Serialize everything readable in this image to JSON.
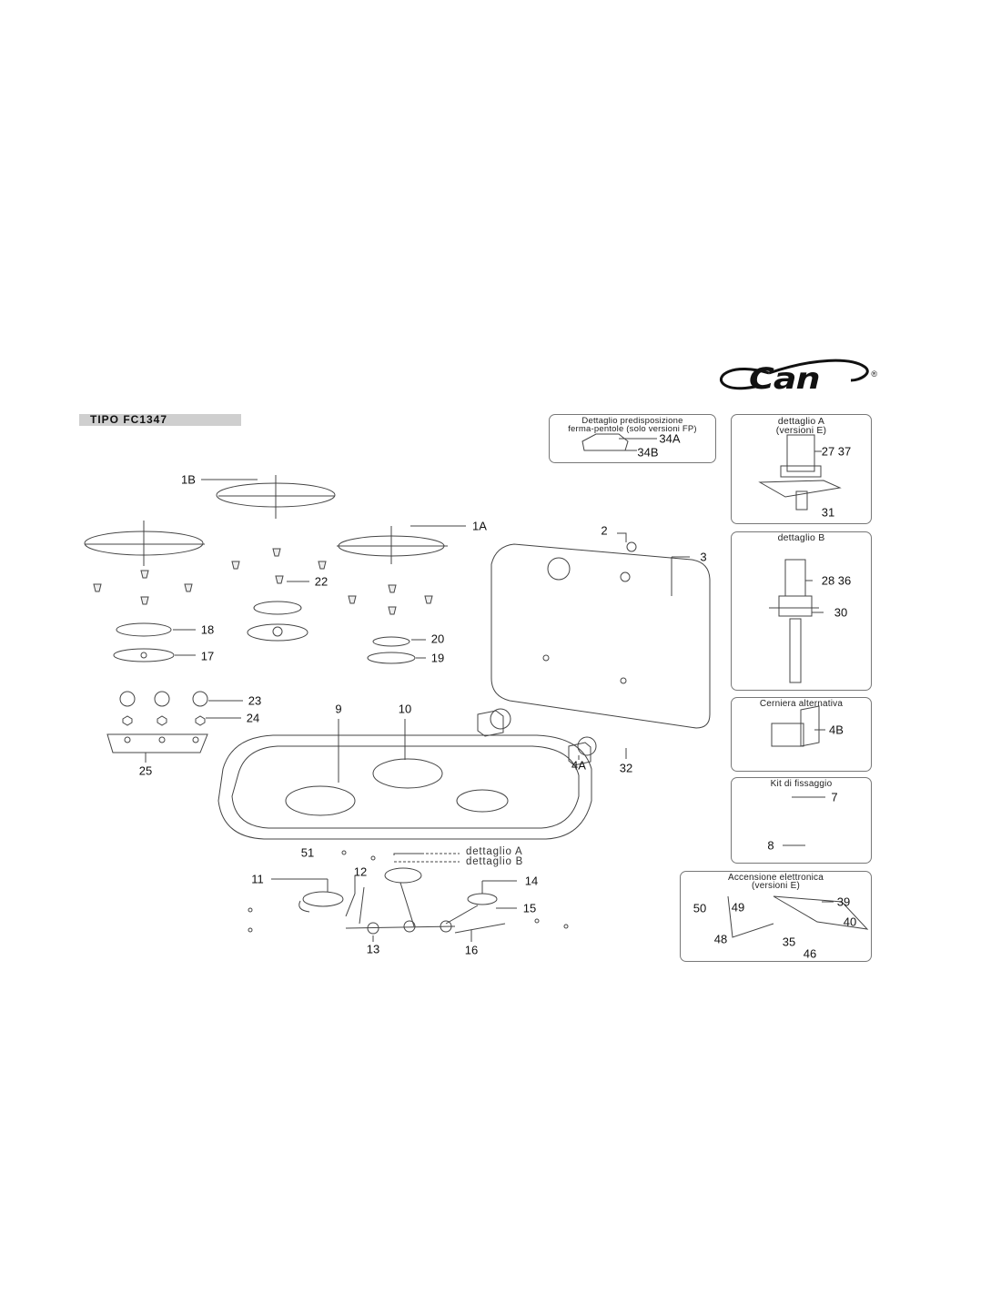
{
  "brand": {
    "logo_text": "Can",
    "registered": "®"
  },
  "title": "TIPO FC1347",
  "detail_refs": {
    "a": "dettaglio A",
    "b": "dettaglio B"
  },
  "main_labels": {
    "p1B": "1B",
    "p1A": "1A",
    "p2": "2",
    "p3": "3",
    "p22": "22",
    "p18": "18",
    "p17": "17",
    "p20": "20",
    "p19": "19",
    "p23": "23",
    "p24": "24",
    "p25": "25",
    "p9": "9",
    "p10": "10",
    "p4A": "4A",
    "p32": "32",
    "p51": "51",
    "p11": "11",
    "p12": "12",
    "p14": "14",
    "p15": "15",
    "p13": "13",
    "p16": "16"
  },
  "boxes": {
    "fp": {
      "title_1": "Dettaglio predisposizione",
      "title_2": "ferma-pentole (solo versioni FP)",
      "labels": {
        "a": "34A",
        "b": "34B"
      }
    },
    "det_a": {
      "title_1": "dettaglio A",
      "title_2": "(versioni E)",
      "labels": {
        "a": "27  37",
        "b": "31"
      }
    },
    "det_b": {
      "title_1": "dettaglio B",
      "labels": {
        "a": "28  36",
        "b": "30"
      }
    },
    "cerniera": {
      "title_1": "Cerniera alternativa",
      "labels": {
        "a": "4B"
      }
    },
    "kit": {
      "title_1": "Kit di fissaggio",
      "labels": {
        "a": "7",
        "b": "8"
      }
    },
    "accensione": {
      "title_1": "Accensione elettronica",
      "title_2": "(versioni E)",
      "labels": {
        "a": "50",
        "b": "49",
        "c": "39",
        "d": "40",
        "e": "48",
        "f": "35",
        "g": "46"
      }
    }
  }
}
